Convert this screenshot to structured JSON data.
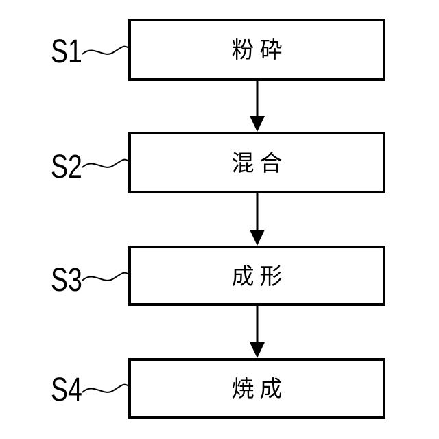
{
  "figure": {
    "kind": "process-flowchart",
    "direction": "top-to-bottom"
  },
  "steps": [
    {
      "label": "S1",
      "title": "粉砕"
    },
    {
      "label": "S2",
      "title": "混合"
    },
    {
      "label": "S3",
      "title": "成形"
    },
    {
      "label": "S4",
      "title": "焼成"
    }
  ],
  "connections": [
    {
      "from": "S1",
      "to": "S2"
    },
    {
      "from": "S2",
      "to": "S3"
    },
    {
      "from": "S3",
      "to": "S4"
    }
  ],
  "colors": {
    "stroke": "#000000",
    "background": "#ffffff"
  }
}
